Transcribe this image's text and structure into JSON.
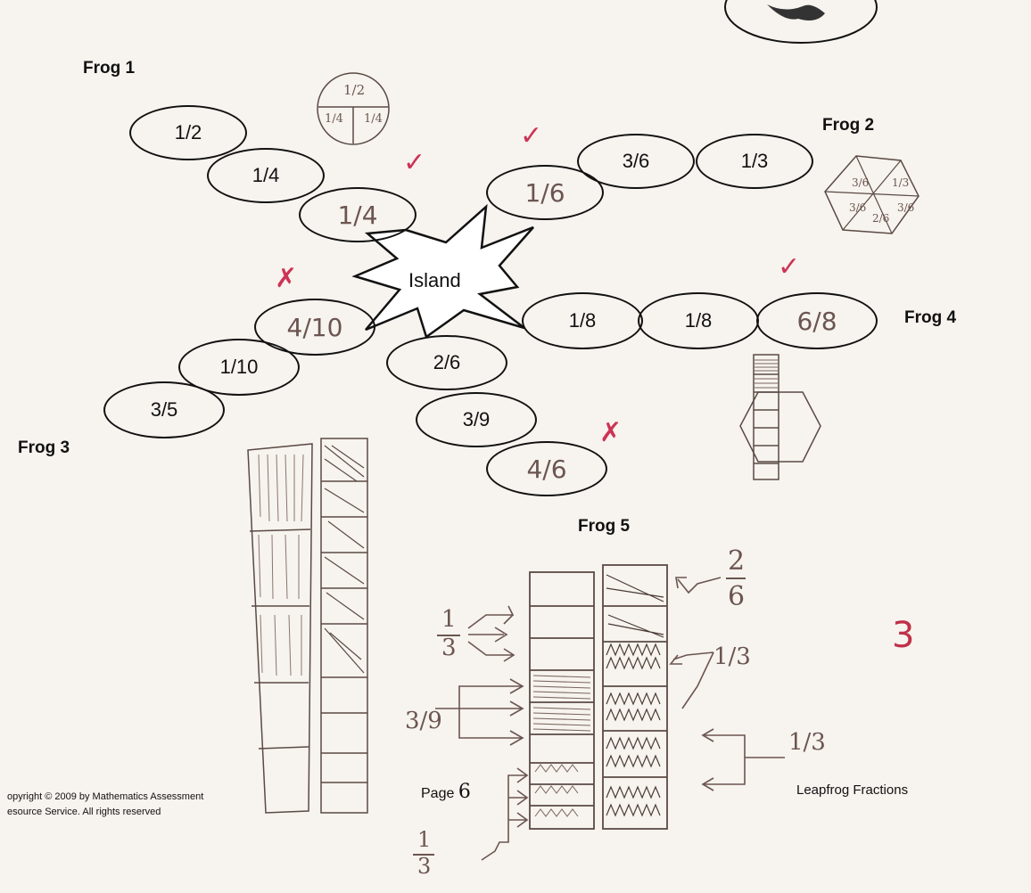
{
  "labels": {
    "frog1": "Frog 1",
    "frog2": "Frog 2",
    "frog3": "Frog 3",
    "frog4": "Frog 4",
    "frog5": "Frog 5",
    "island": "Island"
  },
  "frog1_path": [
    "1/2",
    "1/4",
    "1/4"
  ],
  "frog2_path": [
    "1/6",
    "3/6",
    "1/3"
  ],
  "frog3_path": [
    "4/10",
    "1/10",
    "3/5"
  ],
  "frog4_path": [
    "1/8",
    "1/8",
    "6/8"
  ],
  "frog5_path": [
    "2/6",
    "3/9",
    "4/6"
  ],
  "handwritten": {
    "circle_top": "1/2",
    "circle_bl": "1/4",
    "circle_br": "1/4",
    "hex_t": "1/3",
    "hex_a": "3/6",
    "hex_b": "3/6",
    "hex_c": "3/6",
    "hex_d": "2/6",
    "right_top_num": "2",
    "right_top_den": "6",
    "right_mid": "1/3",
    "right_bot": "1/3",
    "left_top_num": "1",
    "left_top_den": "3",
    "left_mid": "3/9",
    "left_bot_num": "1",
    "left_bot_den": "3",
    "score": "3"
  },
  "marks": {
    "frog1": "✓",
    "frog2": "✓",
    "frog3": "✗",
    "frog4": "✓",
    "frog5": "✗"
  },
  "footer": {
    "copyright_line1": "opyright © 2009 by Mathematics Assessment",
    "copyright_line2": "esource Service. All rights reserved",
    "page_label": "Page",
    "page_number": "6",
    "title": "Leapfrog Fractions"
  }
}
